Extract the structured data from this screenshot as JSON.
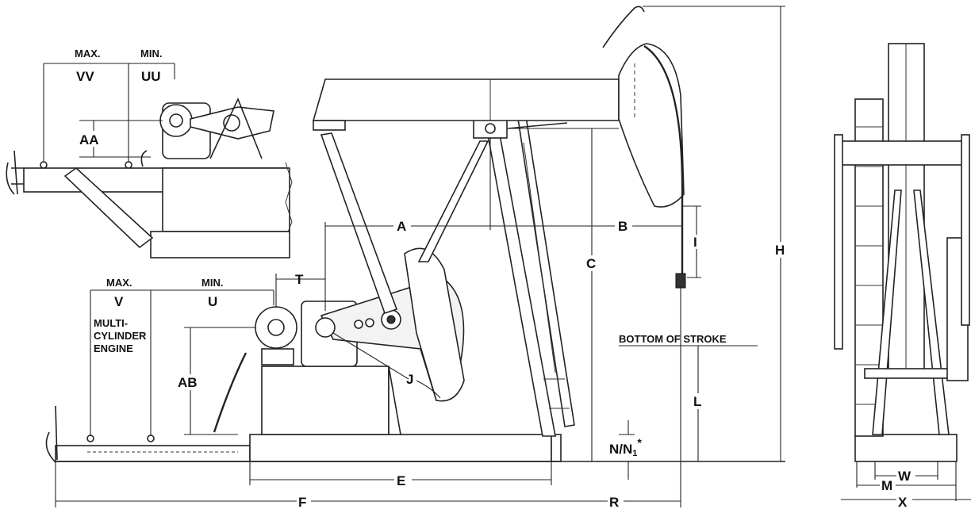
{
  "labels": {
    "max_top": "MAX.",
    "min_top": "MIN.",
    "vv": "VV",
    "uu": "UU",
    "aa": "AA",
    "a": "A",
    "b": "B",
    "c": "C",
    "h": "H",
    "i": "I",
    "t": "T",
    "max_bottom": "MAX.",
    "min_bottom": "MIN.",
    "v": "V",
    "u": "U",
    "engine_line1": "MULTI-",
    "engine_line2": "CYLINDER",
    "engine_line3": "ENGINE",
    "ab": "AB",
    "j": "J",
    "bottom_of_stroke": "BOTTOM OF STROKE",
    "l": "L",
    "n_n1": "N/N",
    "n_sub": "1",
    "n_star": "*",
    "e": "E",
    "f": "F",
    "r": "R",
    "w": "W",
    "m": "M",
    "x": "X"
  }
}
